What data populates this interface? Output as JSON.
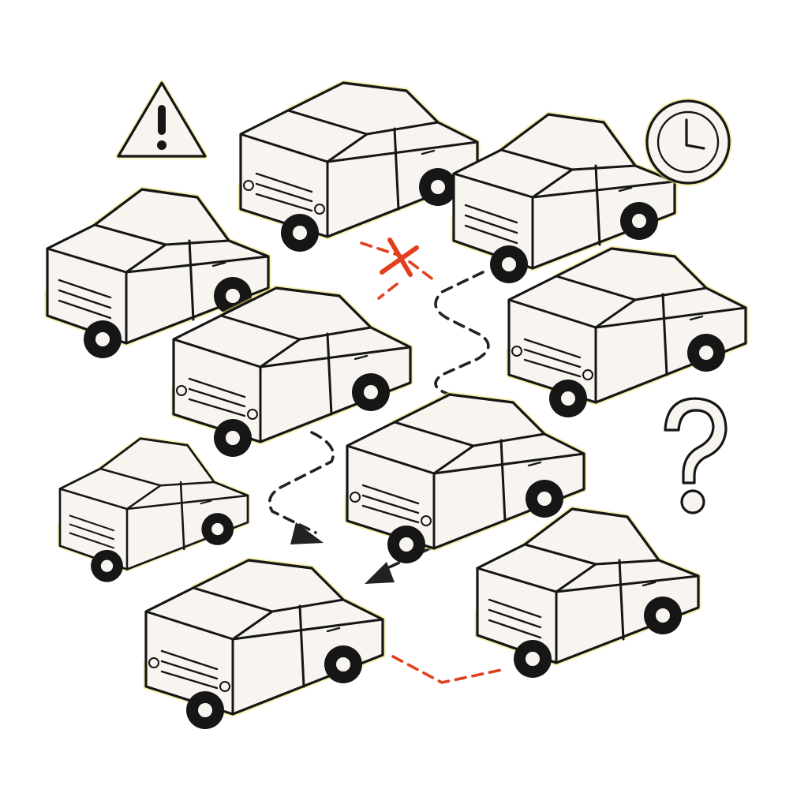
{
  "colors": {
    "ink": "#161616",
    "car_fill": "#f8f5f0",
    "glow": "#efe16a",
    "path_black": "#222222",
    "path_red": "#e2401c"
  },
  "icons": [
    "warning-icon",
    "clock-icon",
    "question-mark-icon",
    "blocked-cross-icon",
    "arrow-head-icon"
  ],
  "cars": [
    {
      "name": "car-top-center",
      "shape": "sedan"
    },
    {
      "name": "car-top-right",
      "shape": "hatch"
    },
    {
      "name": "car-upper-left",
      "shape": "wagon"
    },
    {
      "name": "car-center-left",
      "shape": "sedan"
    },
    {
      "name": "car-right-middle",
      "shape": "sedan"
    },
    {
      "name": "car-center",
      "shape": "sedan"
    },
    {
      "name": "car-lower-left",
      "shape": "hatch"
    },
    {
      "name": "car-bottom-center",
      "shape": "sedan"
    },
    {
      "name": "car-bottom-right",
      "shape": "hatch"
    }
  ],
  "paths": [
    {
      "name": "route-red-blocked",
      "color": "red"
    },
    {
      "name": "route-black-winding",
      "color": "black"
    },
    {
      "name": "route-black-left",
      "color": "black"
    },
    {
      "name": "route-black-center",
      "color": "black"
    },
    {
      "name": "route-red-bottom",
      "color": "red"
    }
  ]
}
